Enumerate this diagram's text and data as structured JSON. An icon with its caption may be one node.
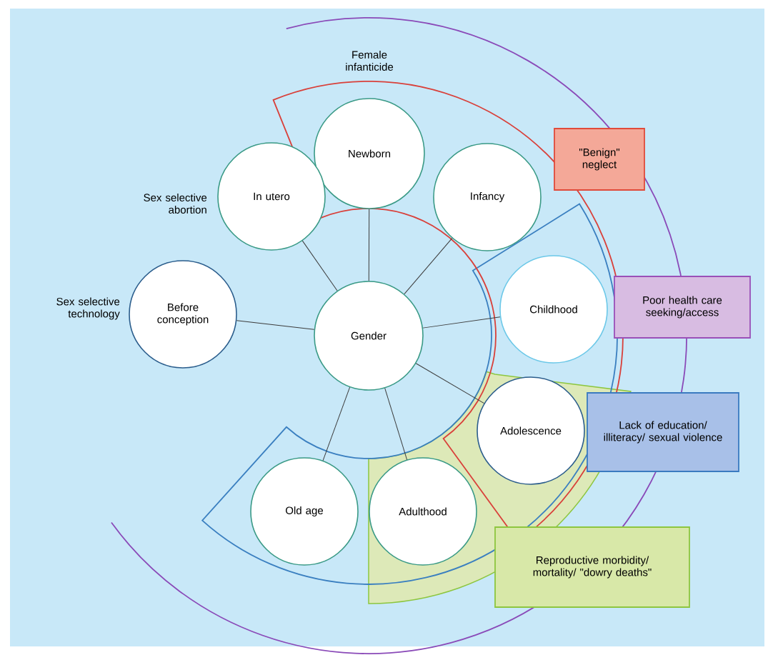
{
  "diagram": {
    "nodes": [
      {
        "text": [
          "Newborn"
        ]
      },
      {
        "text": [
          "In utero"
        ],
        "beside": [
          "Sex selective abortion"
        ]
      },
      {
        "text": [
          "Infancy"
        ]
      },
      {
        "text": [
          "\"Benign\" neglect"
        ]
      },
      {
        "text": [
          "Before conception"
        ],
        "beside": [
          "Sex selective technology"
        ]
      },
      {
        "text": [
          "Gender"
        ]
      },
      {
        "text": [
          "Childhood"
        ]
      },
      {
        "text": [
          "Poor health care seeking/access"
        ]
      },
      {
        "text": [
          "Adolescence"
        ]
      },
      {
        "text": [
          "Lack of education/ illiteracy/ sexual violence"
        ]
      },
      {
        "text": [
          "Old age"
        ]
      },
      {
        "text": [
          "Adulthood"
        ]
      },
      {
        "text": [
          "Reproductive morbidity/ mortality/ \"dowry deaths\""
        ]
      }
    ],
    "edges": [
      {
        "from": 5,
        "to": 0,
        "arrow": "none"
      },
      {
        "from": 5,
        "to": 1,
        "arrow": "none"
      },
      {
        "from": 5,
        "to": 2,
        "arrow": "none"
      },
      {
        "from": 5,
        "to": 4,
        "arrow": "none"
      },
      {
        "from": 5,
        "to": 6,
        "arrow": "none"
      },
      {
        "from": 5,
        "to": 8,
        "arrow": "none"
      },
      {
        "from": 5,
        "to": 10,
        "arrow": "none"
      },
      {
        "from": 5,
        "to": 11,
        "arrow": "none"
      }
    ],
    "labels": [
      "Female infanticide"
    ]
  }
}
